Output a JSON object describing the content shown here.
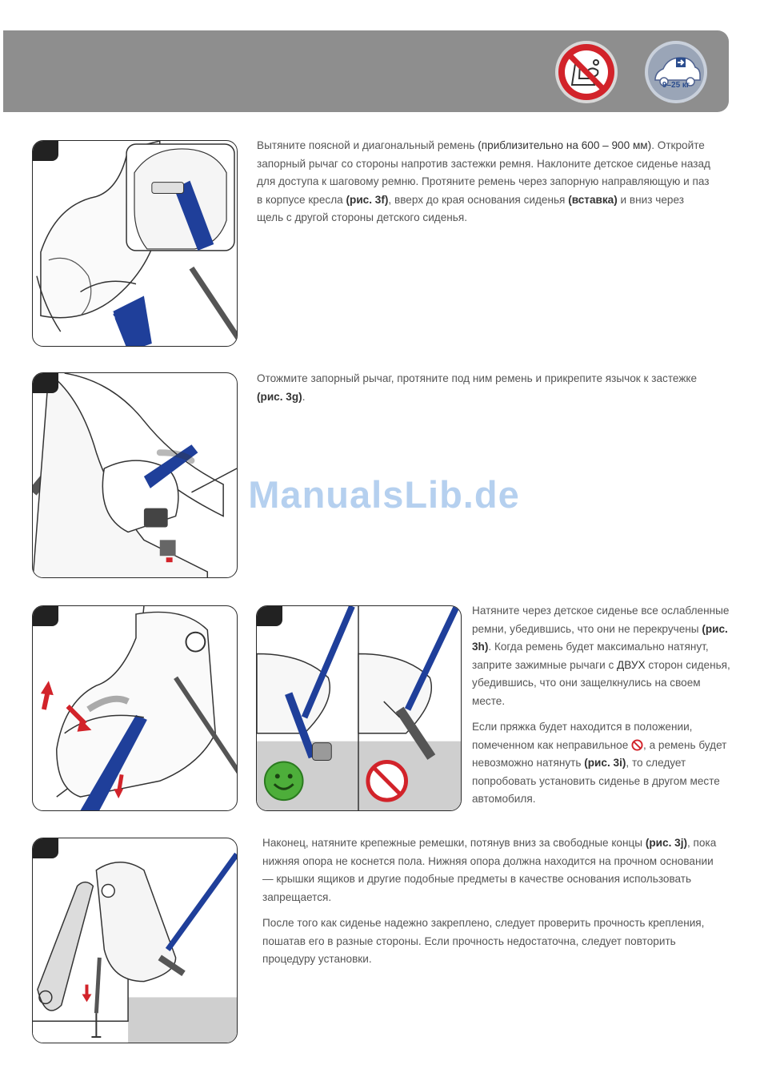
{
  "header": {
    "weight_label": "9–25 кг",
    "icons": [
      "no-airbag-seat-icon",
      "car-forward-icon"
    ],
    "colors": {
      "bar": "#8e8e8e",
      "prohibit_red": "#d2232a",
      "belt_blue": "#1f3f9a"
    }
  },
  "step1": {
    "pre": "Вытяните поясной и диагональный ремень ",
    "amount": "(приблизительно на 600 – 900 мм)",
    "mid1": ". Откройте запорный рычаг со стороны напротив застежки ремня. Наклоните детское сиденье назад для доступа к шаговому ремню. Протяните ремень через запорную направляющую и паз в корпусе кресла ",
    "ref1": "(рис. 3f)",
    "mid2": ", вверх до края основания сиденья ",
    "ref2": "(вставка)",
    "end": " и вниз через щель с другой стороны детского сиденья."
  },
  "step2": {
    "pre": "Отожмите запорный рычаг, протяните под ним ремень и прикрепите язычок к застежке ",
    "ref": "(рис. 3g)",
    "end": "."
  },
  "step3": {
    "p1_pre": "Натяните через детское сиденье все ослабленные ремни, убедившись, что они не перекручены ",
    "p1_ref": "(рис. 3h)",
    "p1_mid": ". Когда ремень будет максимально натянут, заприте зажимные рычаги с ",
    "p1_emph": "ДВУХ",
    "p1_end": " сторон сиденья, убедившись, что они защелкнулись на своем месте.",
    "p2_pre": "Если пряжка будет находится в положении, помеченном как неправильное ",
    "p2_mid": ", а ремень будет невозможно натянуть ",
    "p2_ref": "(рис. 3i)",
    "p2_end": ", то следует попробовать установить сиденье в другом месте автомобиля."
  },
  "step4": {
    "p1_pre": "Наконец, натяните крепежные ремешки, потянув вниз за свободные концы ",
    "p1_ref": "(рис. 3j)",
    "p1_end": ", пока нижняя опора не коснется пола. Нижняя опора должна находится на прочном основании — крышки ящиков и другие подобные предметы в качестве основания использовать запрещается.",
    "p2": "После того как сиденье надежно закреплено, следует проверить прочность крепления, пошатав его в разные стороны. Если прочность недостаточна, следует повторить процедуру установки."
  },
  "watermark": "ManualsLib.de"
}
